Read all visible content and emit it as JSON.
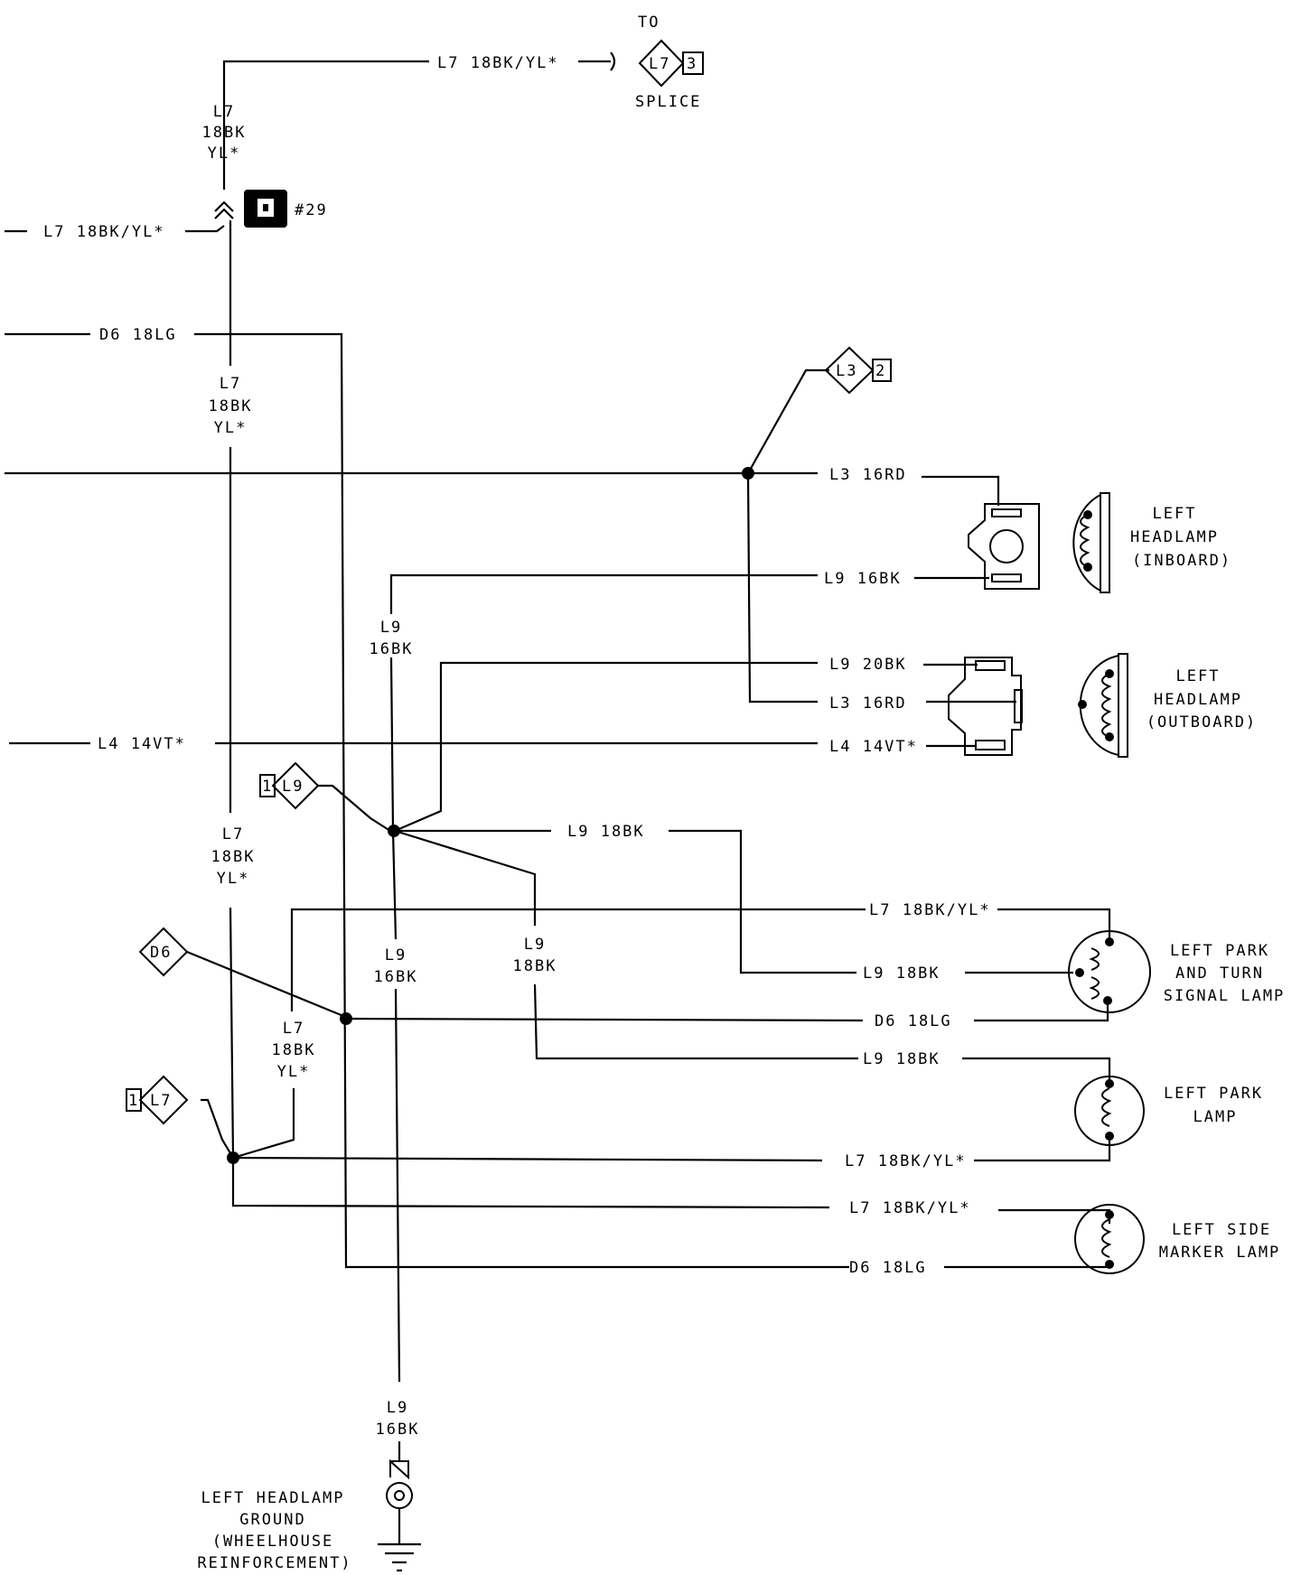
{
  "to_splice": {
    "to_label": "TO",
    "splice_label": "SPLICE",
    "circuit": "L7",
    "pin": "3"
  },
  "connector_29": {
    "label": "#29"
  },
  "splices": {
    "l3": {
      "circuit": "L3",
      "pin": "2"
    },
    "l9": {
      "circuit": "L9",
      "pin": "1"
    },
    "d6": {
      "circuit": "D6"
    },
    "l7": {
      "circuit": "L7",
      "pin": "1"
    }
  },
  "wire_labels": {
    "top_l7": "L7 18BK/YL*",
    "left_l7": "L7 18BK/YL*",
    "left_d6": "D6 18LG",
    "left_l4": "L4 14VT*",
    "right_l3_inboard": "L3 16RD",
    "right_l9_inboard": "L9 16BK",
    "right_l9_outboard": "L9 20BK",
    "right_l3_outboard": "L3 16RD",
    "right_l4_outboard": "L4 14VT*",
    "mid_l9_18bk": "L9 18BK",
    "park_turn_l7": "L7 18BK/YL*",
    "park_turn_l9": "L9 18BK",
    "park_turn_d6": "D6 18LG",
    "park_l9": "L9 18BK",
    "park_l7": "L7 18BK/YL*",
    "marker_l7": "L7 18BK/YL*",
    "marker_d6": "D6 18LG"
  },
  "vertical_labels": {
    "l7_top": [
      "L7",
      "18BK",
      "YL*"
    ],
    "l7_mid": [
      "L7",
      "18BK",
      "YL*"
    ],
    "l7_low": [
      "L7",
      "18BK",
      "YL*"
    ],
    "l7_branch": [
      "L7",
      "18BK",
      "YL*"
    ],
    "l9_upper": [
      "L9",
      "16BK"
    ],
    "l9_lower": [
      "L9",
      "16BK"
    ],
    "l9_branch": [
      "L9",
      "18BK"
    ],
    "l9_ground": [
      "L9",
      "16BK"
    ]
  },
  "components": {
    "headlamp_inboard": [
      "LEFT",
      "HEADLAMP",
      "(INBOARD)"
    ],
    "headlamp_outboard": [
      "LEFT",
      "HEADLAMP",
      "(OUTBOARD)"
    ],
    "park_turn_lamp": [
      "LEFT PARK",
      "AND TURN",
      "SIGNAL LAMP"
    ],
    "park_lamp": [
      "LEFT PARK",
      "LAMP"
    ],
    "side_marker_lamp": [
      "LEFT SIDE",
      "MARKER LAMP"
    ],
    "ground": [
      "LEFT HEADLAMP",
      "GROUND",
      "(WHEELHOUSE",
      "REINFORCEMENT)"
    ]
  }
}
